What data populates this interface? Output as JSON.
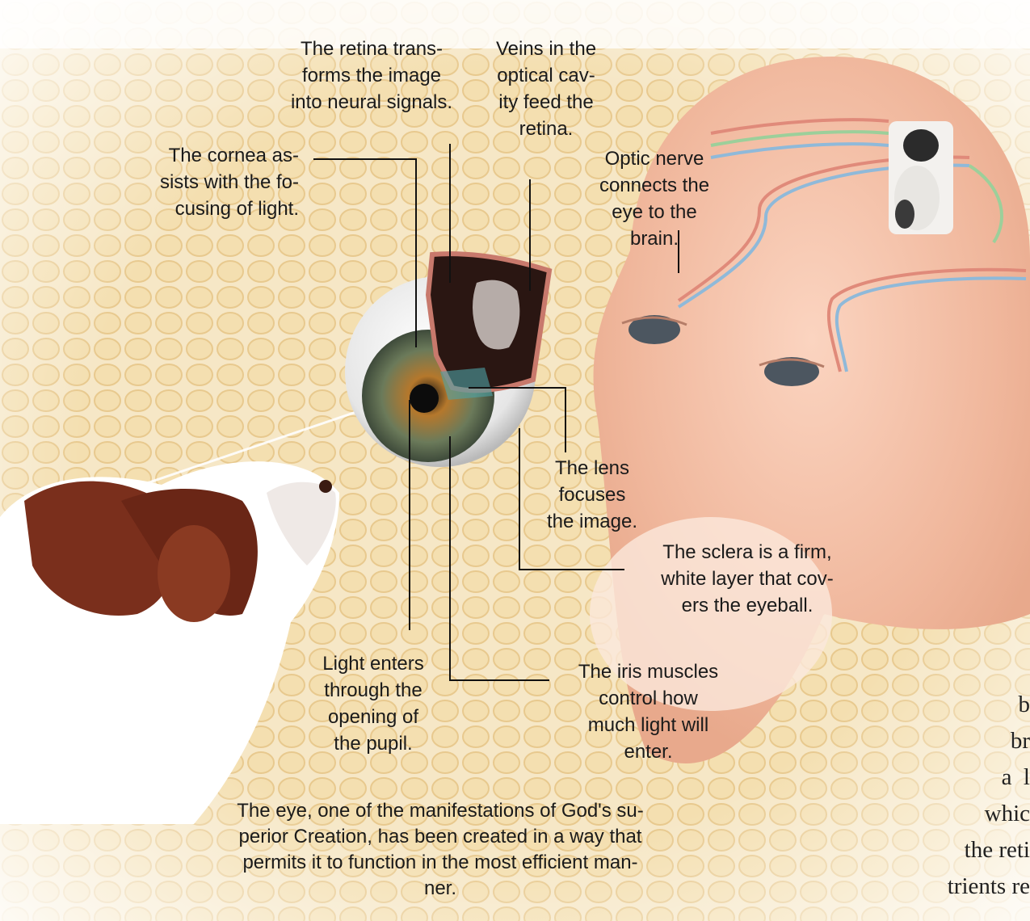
{
  "labels": {
    "retina": "The retina trans-\nforms the image\ninto neural signals.",
    "veins": "Veins in the\noptical cav-\nity feed the\nretina.",
    "cornea": "The cornea as-\nsists with the fo-\ncusing of light.",
    "optic_nerve": "Optic nerve\nconnects the\neye to the\nbrain.",
    "lens": "The lens\nfocuses\nthe image.",
    "sclera": "The sclera is a firm,\nwhite layer that cov-\ners the eyeball.",
    "light": "Light enters\nthrough the\nopening of\nthe pupil.",
    "iris": "The iris muscles\ncontrol how\nmuch light will\nenter.",
    "caption": "The eye, one of the manifestations of God's su-\nperior Creation, has been created in a way that\npermits it to function in the most efficient man-\nner."
  },
  "body_text_fragments": [
    "b",
    "br",
    "a  l",
    "whic",
    "the reti",
    "trients re"
  ],
  "colors": {
    "background": "#f6e7c6",
    "cell": "#f2dba8",
    "leader_line": "#111111",
    "nerve_red": "#e08a7a",
    "nerve_green": "#9ccf9a",
    "nerve_blue": "#8fb9d9"
  }
}
